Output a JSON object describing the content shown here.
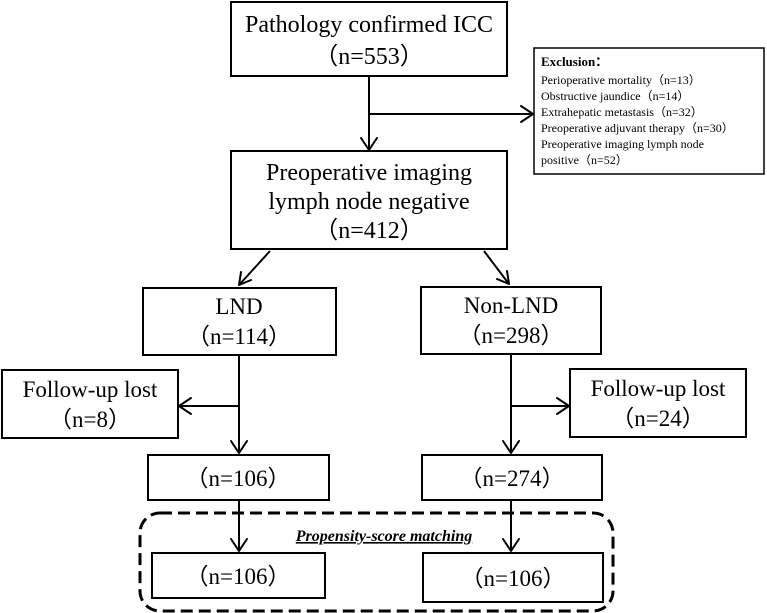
{
  "top": {
    "line1": "Pathology confirmed ICC",
    "line2": "（n=553）"
  },
  "exclusion": {
    "title": "Exclusion：",
    "items": [
      "Perioperative mortality（n=13）",
      "Obstructive jaundice（n=14）",
      "Extrahepatic metastasis（n=32）",
      "Preoperative adjuvant therapy（n=30）",
      "Preoperative imaging lymph node",
      "positive（n=52）"
    ]
  },
  "preop": {
    "line1": "Preoperative imaging",
    "line2": "lymph node negative",
    "line3": "（n=412）"
  },
  "lnd": {
    "line1": "LND",
    "line2": "（n=114）"
  },
  "nonlnd": {
    "line1": "Non-LND",
    "line2": "（n=298）"
  },
  "follow_left": {
    "line1": "Follow-up lost",
    "line2": "（n=8）"
  },
  "follow_right": {
    "line1": "Follow-up lost",
    "line2": "（n=24）"
  },
  "lnd_after": {
    "label": "（n=106）"
  },
  "nonlnd_after": {
    "label": "（n=274）"
  },
  "psm": {
    "label": "Propensity-score matching",
    "left": "（n=106）",
    "right": "（n=106）"
  }
}
